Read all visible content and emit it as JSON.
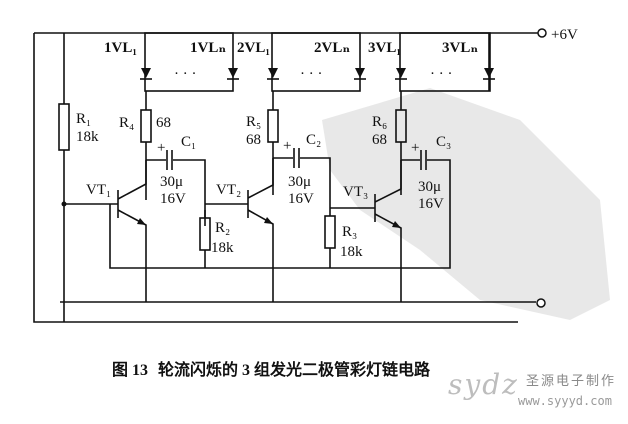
{
  "supply_label": "+6V",
  "leds": {
    "g1_first": "1VL₁",
    "g1_last": "1VLₙ",
    "g2_first": "2VL₁",
    "g2_last": "2VLₙ",
    "g3_first": "3VL₁",
    "g3_last": "3VLₙ",
    "dots": "· · ·"
  },
  "resistors": {
    "r1_name": "R₁",
    "r1_value": "18k",
    "r2_name": "R₂",
    "r2_value": "18k",
    "r3_name": "R₃",
    "r3_value": "18k",
    "r4_name": "R₄",
    "r4_value": "68",
    "r5_name": "R₅",
    "r5_value": "68",
    "r6_name": "R₆",
    "r6_value": "68"
  },
  "capacitors": {
    "c1_name": "C₁",
    "c2_name": "C₂",
    "c3_name": "C₃",
    "cap_value": "30μ",
    "cap_voltage": "16V",
    "plus": "+"
  },
  "transistors": {
    "vt1": "VT₁",
    "vt2": "VT₂",
    "vt3": "VT₃"
  },
  "caption": {
    "number": "图 13",
    "title": "轮流闪烁的 3 组发光二极管彩灯链电路"
  },
  "watermark": {
    "logo": "sydz",
    "name": "圣源电子制作",
    "url": "www.syyyd.com"
  }
}
